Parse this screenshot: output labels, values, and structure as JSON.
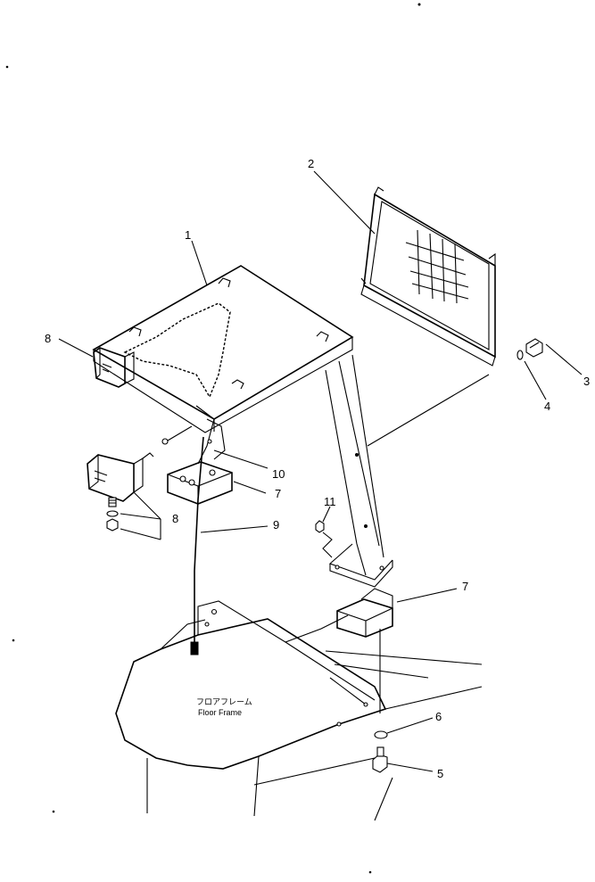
{
  "callouts": {
    "c1": "1",
    "c2": "2",
    "c3": "3",
    "c4": "4",
    "c5": "5",
    "c6": "6",
    "c7a": "7",
    "c7b": "7",
    "c8a": "8",
    "c8b": "8",
    "c9": "9",
    "c10": "10",
    "c11": "11"
  },
  "floor_frame": {
    "label_jp": "フロアフレーム",
    "label_en": "Floor Frame"
  },
  "colors": {
    "line": "#000000",
    "background": "#ffffff"
  },
  "icons": [
    "headlight-icon",
    "bolt-icon",
    "washer-icon",
    "nut-icon"
  ]
}
